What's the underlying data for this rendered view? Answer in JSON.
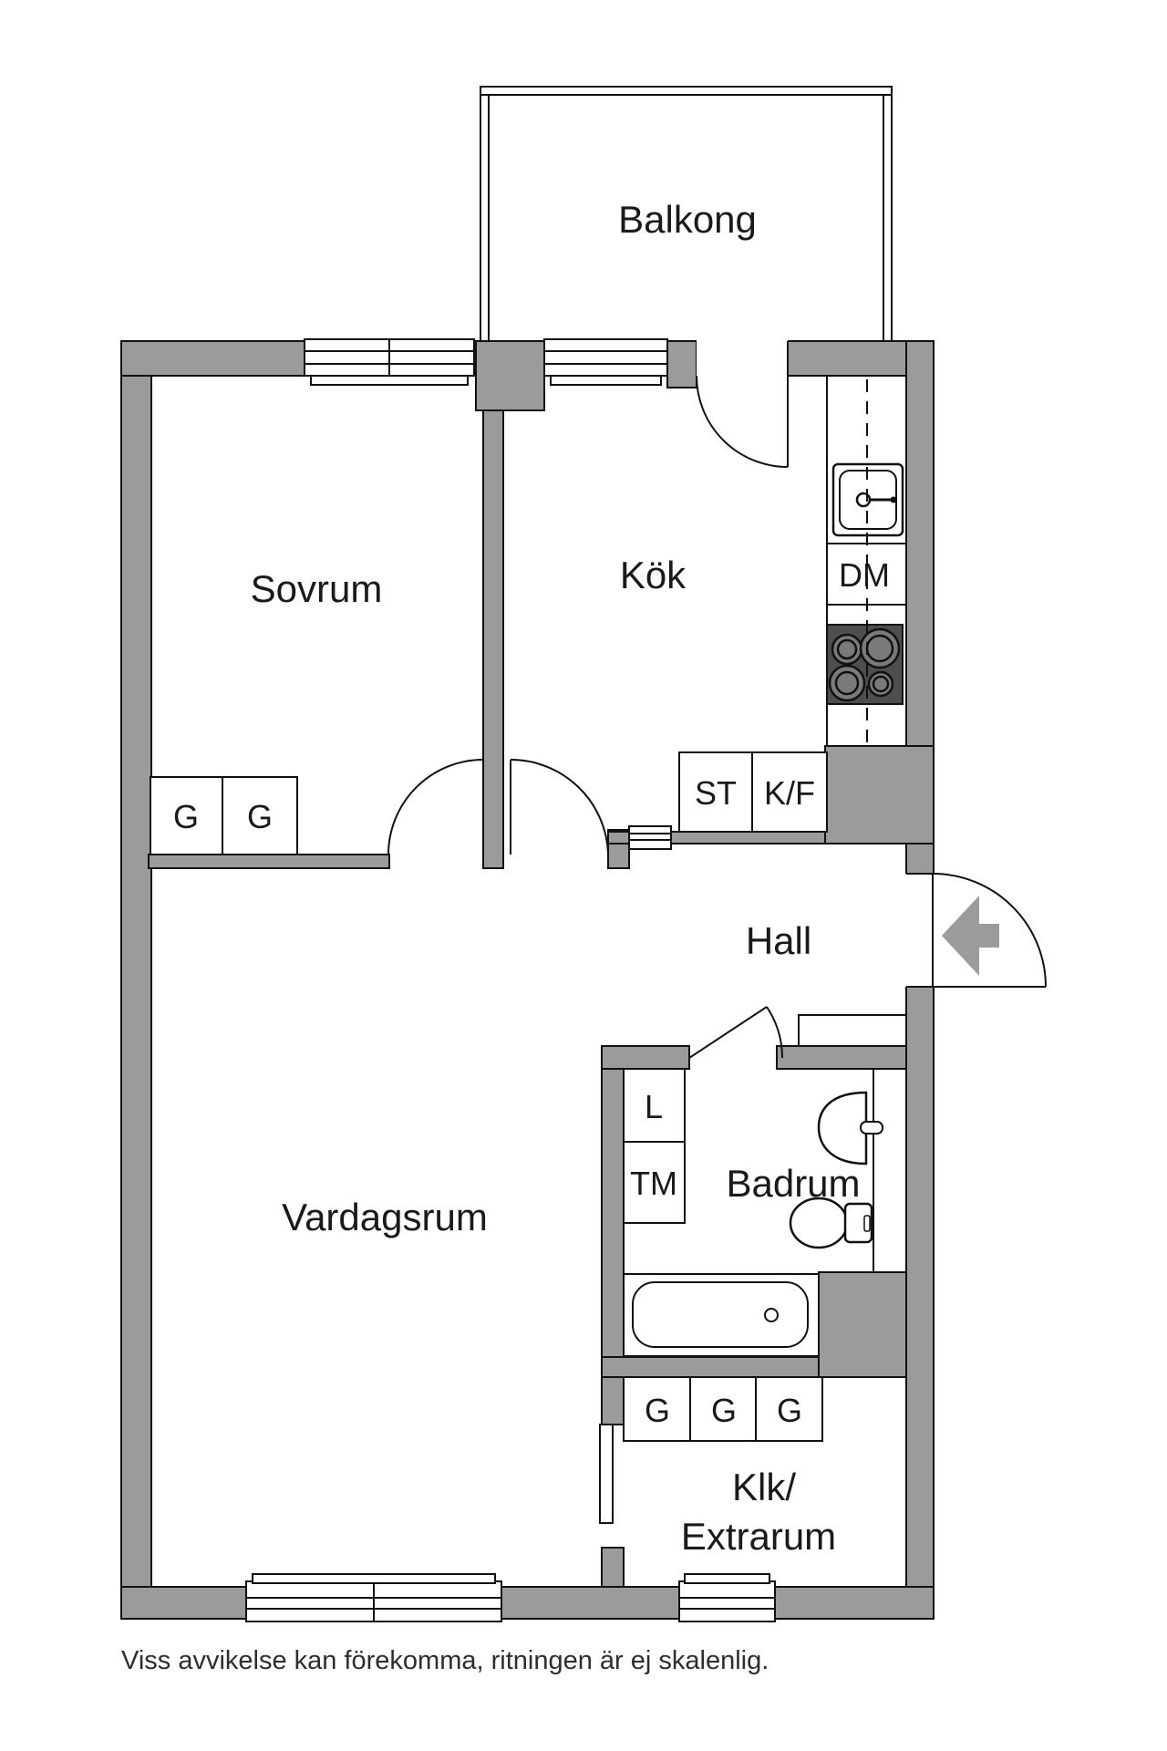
{
  "labels": {
    "balcony": "Balkong",
    "bedroom": "Sovrum",
    "kitchen": "Kök",
    "hall": "Hall",
    "living_room": "Vardagsrum",
    "bathroom": "Badrum",
    "closet_line1": "Klk/",
    "closet_line2": "Extrarum",
    "dishwasher": "DM",
    "pantry": "ST",
    "fridge_freezer": "K/F",
    "wardrobe": "G",
    "linen_closet": "L",
    "washing_machine": "TM"
  },
  "disclaimer": "Viss avvikelse kan förekomma, ritningen är ej skalenlig.",
  "colors": {
    "wall": "#9b9b9b",
    "stove": "#4e4e4e",
    "burner": "#7a7a7a",
    "arrow": "#9b9b9b",
    "ink": "#111111"
  }
}
